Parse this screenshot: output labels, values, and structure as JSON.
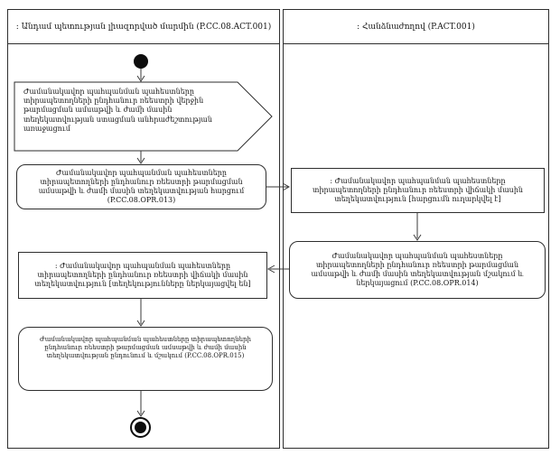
{
  "diagram": {
    "type": "uml-activity-diagram",
    "colors": {
      "line": "#333333",
      "border": "#2e2e2e",
      "background": "#ffffff",
      "node_fill": "#0d0d0d"
    },
    "lanes": {
      "authority": {
        "title": ": Անդամ պետության լիազորված մարմին (P.CC.08.ACT.001)"
      },
      "commission": {
        "title": ": Հանձնաժողով (P.ACT.001)"
      }
    },
    "nodes": {
      "start": {
        "kind": "initial-node"
      },
      "send_signal": {
        "kind": "send-signal-action",
        "text": "Ժամանակավոր պահպանման պահեստները տիրապետողների ընդհանուր ռեեստրի վերջին թարմացման ամսաթվի և ժամի մասին տեղեկատվության ստացման անհրաժեշտության առաջացում"
      },
      "opr013": {
        "kind": "action",
        "text": "Ժամանակավոր պահպանման պահեստները տիրապետողների ընդհանուր ռեեստրի թարմացման ամսաթվի և ժամի մասին տեղեկատվության հարցում (P.CC.08.OPR.013)"
      },
      "obj_sent": {
        "kind": "object-node",
        "text": ": Ժամանակավոր պահպանման պահեստները տիրապետողների ընդհանուր ռեեստրի վիճակի մասին տեղեկատվություն [հարցումն ուղարկվել է]"
      },
      "opr014": {
        "kind": "action",
        "text": "Ժամանակավոր պահպանման պահեստները տիրապետողների ընդհանուր ռեեստրի թարմացման ամսաթվի և ժամի մասին տեղեկատվության մշակում և ներկայացում (P.CC.08.OPR.014)"
      },
      "obj_received": {
        "kind": "object-node",
        "text": ": Ժամանակավոր պահպանման պահեստները տիրապետողների ընդհանուր ռեեստրի վիճակի մասին տեղեկատվություն [տեղեկությունները ներկայացվել են]"
      },
      "opr015": {
        "kind": "action",
        "text": "Ժամանակավոր պահպանման պահեստները տիրապետողների ընդհանուր ռեեստրի թարմացման ամսաթվի և ժամի մասին տեղեկատվության ընդունում և մշակում (P.CC.08.OPR.015)"
      },
      "end": {
        "kind": "activity-final-node"
      }
    }
  }
}
